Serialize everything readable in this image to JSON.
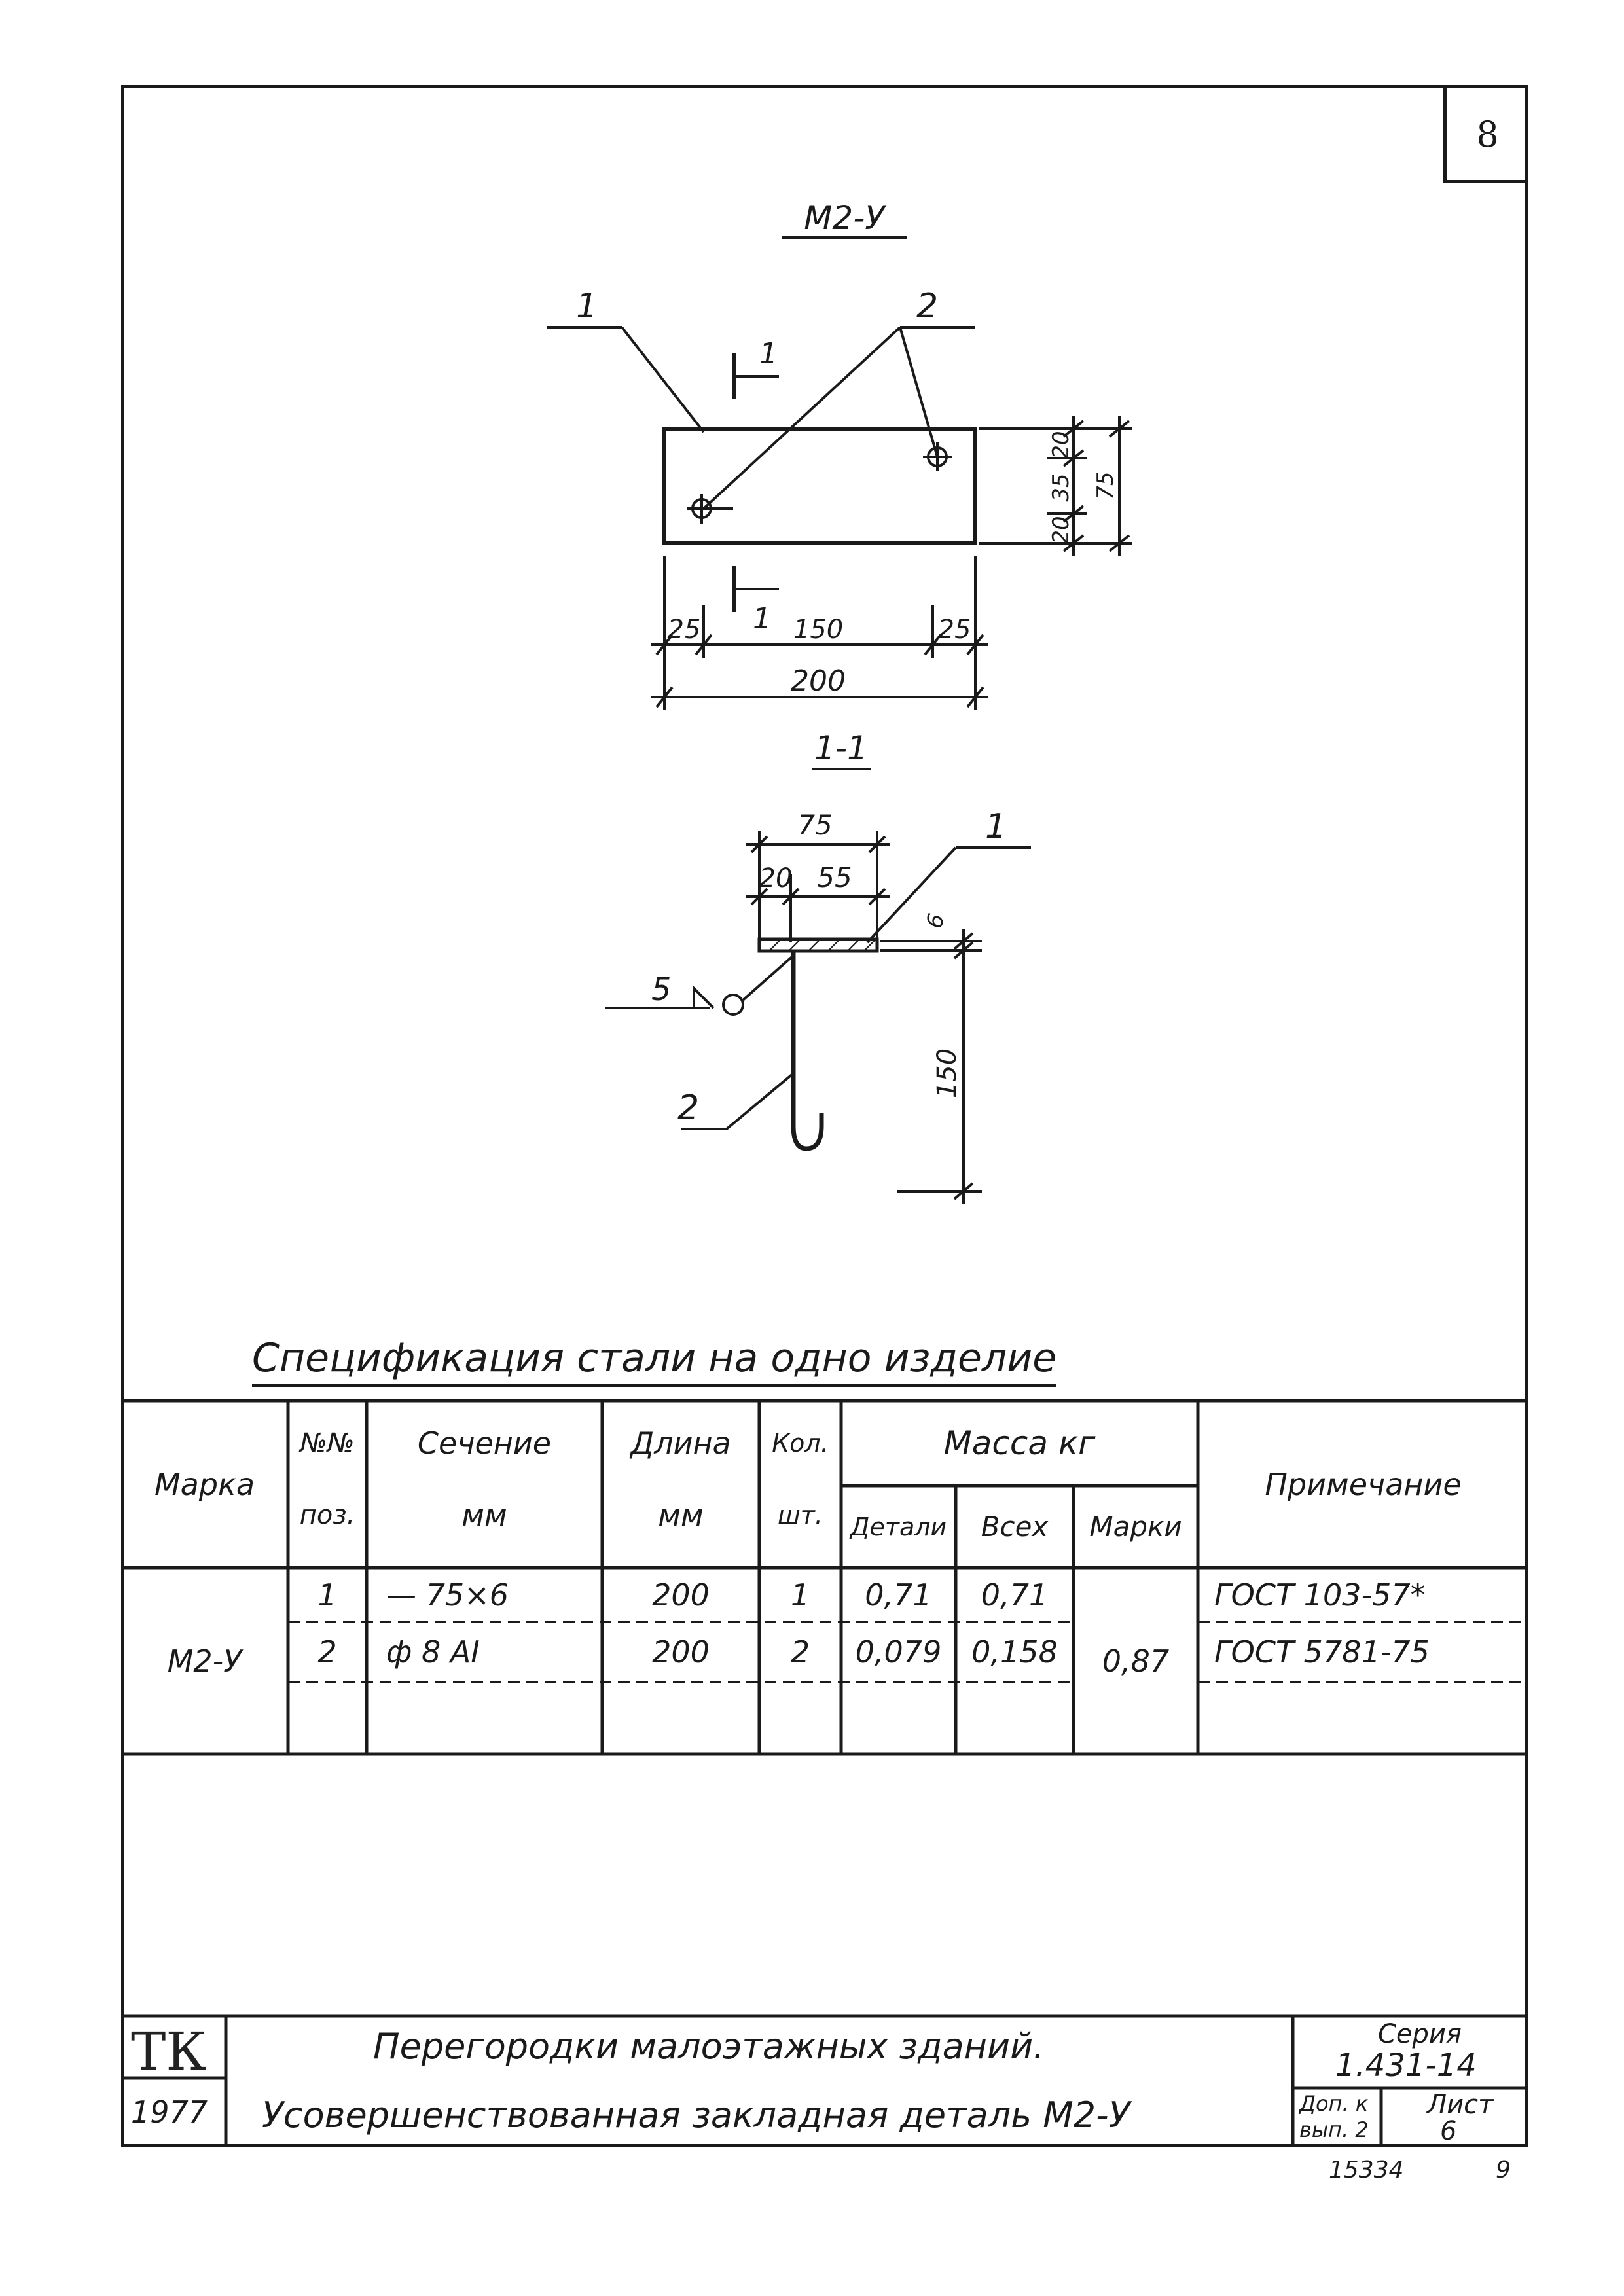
{
  "sheet_number": "8",
  "drawing": {
    "plan_title": "М2-У",
    "section_title": "1-1",
    "plan": {
      "leader_1": "1",
      "leader_2": "2",
      "section_mark_top": "1",
      "section_mark_bottom": "1",
      "dim_left": "25",
      "dim_middle": "150",
      "dim_right": "25",
      "dim_total": "200",
      "dim_v_top": "20",
      "dim_v_mid": "35",
      "dim_v_bottom": "20",
      "dim_v_total": "75"
    },
    "section": {
      "dim_top": "75",
      "dim_a": "20",
      "dim_b": "55",
      "dim_thickness": "6",
      "dim_height": "150",
      "leader_1": "1",
      "leader_2": "2",
      "weld_label": "5"
    }
  },
  "spec": {
    "title": "Спецификация стали на одно изделие",
    "headers": {
      "mark": "Марка",
      "pos_top": "№№",
      "pos_bottom": "поз.",
      "section_top": "Сечение",
      "section_bottom": "мм",
      "length_top": "Длина",
      "length_bottom": "мм",
      "qty_top": "Кол.",
      "qty_bottom": "шт.",
      "mass": "Масса кг",
      "mass_part": "Детали",
      "mass_all": "Всех",
      "mass_mark": "Марки",
      "note": "Примечание"
    },
    "mark_value": "М2-У",
    "mark_total": "0,87",
    "rows": [
      {
        "pos": "1",
        "section": "— 75×6",
        "length": "200",
        "qty": "1",
        "mass_part": "0,71",
        "mass_all": "0,71",
        "note": "ГОСТ 103-57*"
      },
      {
        "pos": "2",
        "section": "ф 8 АI",
        "length": "200",
        "qty": "2",
        "mass_part": "0,079",
        "mass_all": "0,158",
        "note": "ГОСТ 5781-75"
      }
    ]
  },
  "title_block": {
    "logo": "ТК",
    "year": "1977",
    "line1": "Перегородки малоэтажных зданий.",
    "line2": "Усовершенствованная закладная деталь М2-У",
    "series_label": "Серия",
    "series_value": "1.431-14",
    "addon_label": "Доп. к",
    "addon_value": "вып. 2",
    "sheet_label": "Лист",
    "sheet_value": "6"
  },
  "footer": {
    "inventory": "15334",
    "page": "9"
  }
}
